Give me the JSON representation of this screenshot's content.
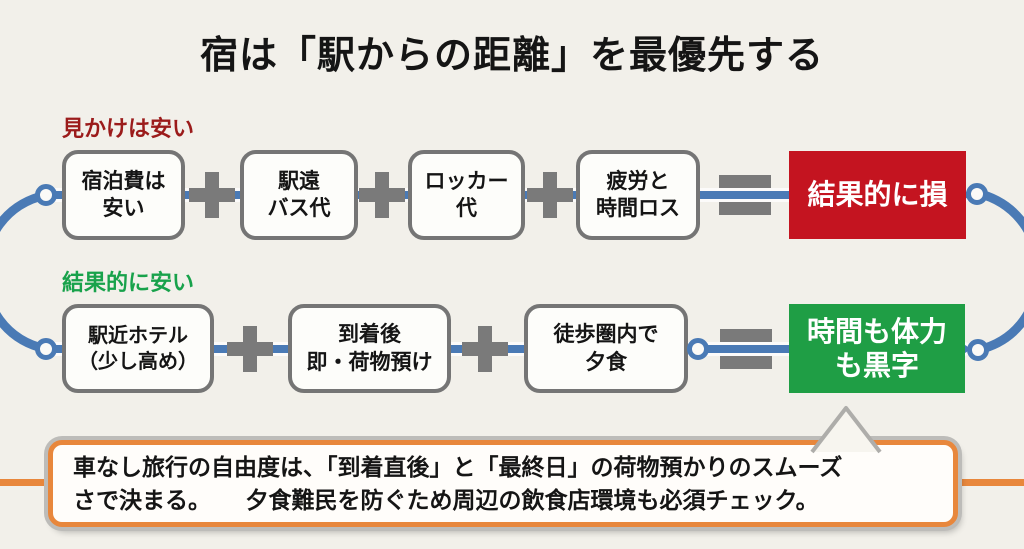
{
  "title": "宿は「駅からの距離」を最優先する",
  "rows": {
    "apparent": {
      "label": "見かけは安い",
      "boxes": [
        {
          "line1": "宿泊費は",
          "line2": "安い"
        },
        {
          "line1": "駅遠",
          "line2": "バス代"
        },
        {
          "line1": "ロッカー",
          "line2": "代"
        },
        {
          "line1": "疲労と",
          "line2": "時間ロス"
        }
      ],
      "result": "結果的に損"
    },
    "actual": {
      "label": "結果的に安い",
      "boxes": [
        {
          "line1": "駅近ホテル",
          "line2": "（少し高め）"
        },
        {
          "line1": "到着後",
          "line2": "即・荷物預け"
        },
        {
          "line1": "徒歩圏内で",
          "line2": "夕食"
        }
      ],
      "result": {
        "line1": "時間も体力",
        "line2": "も黒字"
      }
    }
  },
  "callout": {
    "line1": "車なし旅行の自由度は、「到着直後」と「最終日」の荷物預かりのスムーズ",
    "line2": "さで決まる。　　夕食難民を防ぐため周辺の飲食店環境も必須チェック。"
  },
  "colors": {
    "background": "#f2f0ea",
    "loss_red": "#c41420",
    "profit_green": "#1f9e45",
    "label_red": "#9b1b1b",
    "label_green": "#18a24b",
    "connector_blue": "#4a7ab5",
    "operator_gray": "#7a7a7a",
    "box_border_gray": "#757575",
    "callout_orange": "#e8873c"
  }
}
